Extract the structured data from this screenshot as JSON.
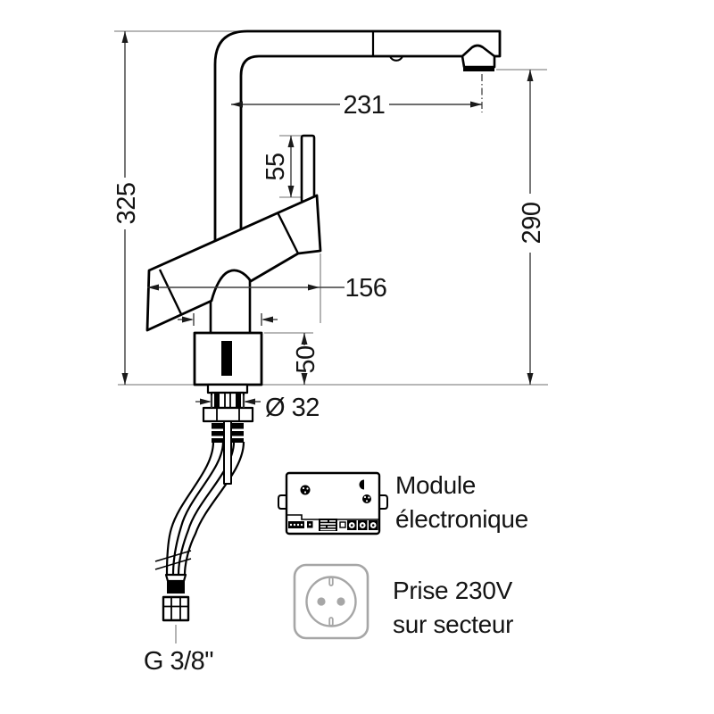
{
  "dimensions": {
    "reach": "231",
    "lever_rod": "55",
    "total_height": "325",
    "spout_height": "290",
    "handle_length": "156",
    "body_height": "50",
    "shank_diameter": "Ø 32",
    "supply_connection": "G 3/8\""
  },
  "legend": {
    "module_line1": "Module",
    "module_line2": "électronique",
    "outlet_line1": "Prise 230V",
    "outlet_line2": "sur secteur"
  },
  "colors": {
    "object_line": "#000000",
    "dimension_line": "#3d3d3d",
    "extension_line": "#8c8c8c",
    "outlet_icon": "#a6a6a6",
    "text": "#141414",
    "background": "#ffffff"
  }
}
